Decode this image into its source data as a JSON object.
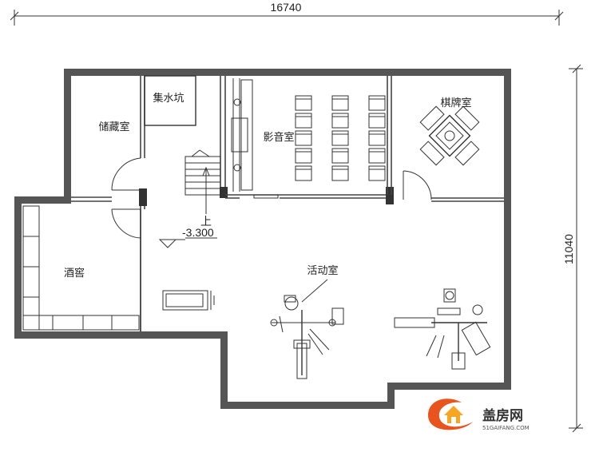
{
  "dimensions": {
    "width_label": "16740",
    "height_label": "11040"
  },
  "rooms": {
    "storage": "储藏室",
    "sump": "集水坑",
    "theater": "影音室",
    "chess": "棋牌室",
    "wine": "酒窖",
    "activity": "活动室"
  },
  "stair": {
    "up": "上",
    "level": "-3.300"
  },
  "watermark": {
    "name": "盖房网",
    "url": "51GAIFANG.COM",
    "brand_color": "#e8541c",
    "brand_color_2": "#f6a623"
  }
}
